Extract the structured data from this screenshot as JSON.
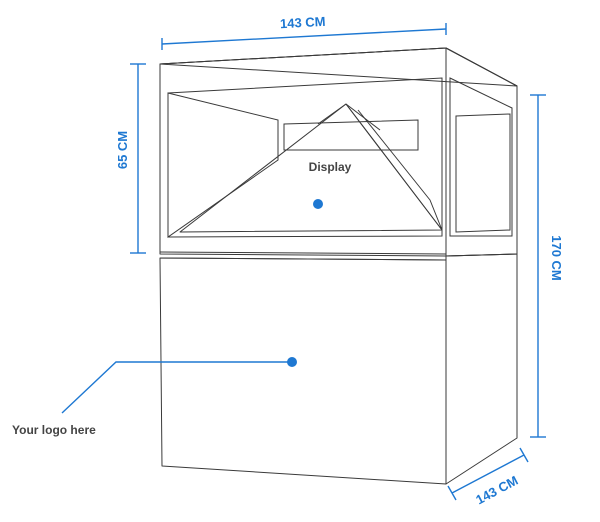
{
  "colors": {
    "accent": "#1e78d2",
    "outline": "#3a3a3a",
    "label": "#444444"
  },
  "dimensions": {
    "top_width": "143 CM",
    "display_height": "65 CM",
    "total_height": "170 CM",
    "depth": "143 CM"
  },
  "labels": {
    "display": "Display",
    "logo": "Your logo here"
  },
  "icons": {
    "display_marker": "dot-marker",
    "logo_marker": "dot-marker"
  }
}
